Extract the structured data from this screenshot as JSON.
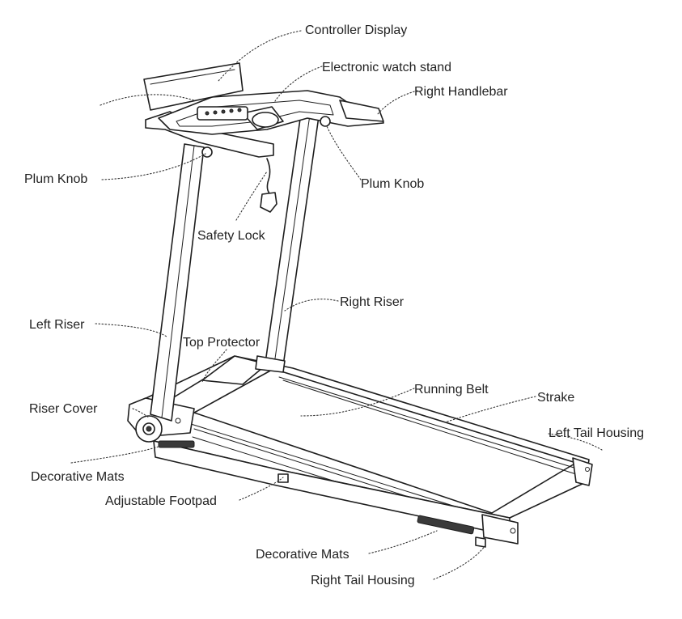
{
  "labels": {
    "controller_display": "Controller Display",
    "electronic_watch_stand": "Electronic watch stand",
    "right_handlebar": "Right Handlebar",
    "plum_knob_left": "Plum Knob",
    "plum_knob_right": "Plum Knob",
    "safety_lock": "Safety Lock",
    "right_riser": "Right Riser",
    "left_riser": "Left Riser",
    "top_protector": "Top Protector",
    "running_belt": "Running Belt",
    "strake": "Strake",
    "riser_cover": "Riser Cover",
    "left_tail_housing": "Left Tail Housing",
    "decorative_mats_left": "Decorative Mats",
    "adjustable_footpad": "Adjustable Footpad",
    "decorative_mats_right": "Decorative Mats",
    "right_tail_housing": "Right Tail Housing"
  },
  "colors": {
    "line": "#1e1e1e",
    "text": "#222222",
    "background": "#ffffff"
  }
}
